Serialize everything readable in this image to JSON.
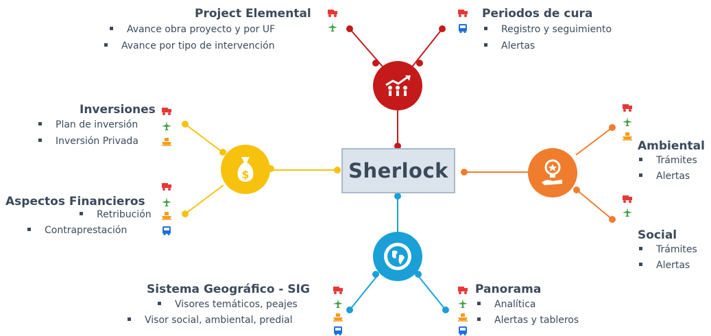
{
  "center": {
    "label": "Sherlock"
  },
  "colors": {
    "red": "#c41a1a",
    "yellow": "#f7c20e",
    "orange": "#ef7d2d",
    "blue": "#1aa0d6",
    "truck": "#e53935",
    "plane": "#43a047",
    "ship": "#f59c1a",
    "bus": "#1e6fd9"
  },
  "nodes": {
    "project": {
      "title": "Project Elemental",
      "items": [
        "Avance obra proyecto y por UF",
        "Avance por tipo de intervención"
      ]
    },
    "periodos": {
      "title": "Periodos de cura",
      "items": [
        "Registro y seguimiento",
        "Alertas"
      ]
    },
    "inversiones": {
      "title": "Inversiones",
      "items": [
        "Plan de inversión",
        "Inversión Privada"
      ]
    },
    "financieros": {
      "title": "Aspectos Financieros",
      "items": [
        "Retribución",
        "Contraprestación"
      ]
    },
    "ambiental": {
      "title": "Ambiental",
      "items": [
        "Trámites",
        "Alertas"
      ]
    },
    "social": {
      "title": "Social",
      "items": [
        "Trámites",
        "Alertas"
      ]
    },
    "sig": {
      "title": "Sistema Geográfico - SIG",
      "items": [
        "Visores temáticos, peajes",
        "Visor social, ambiental, predial"
      ]
    },
    "panorama": {
      "title": "Panorama",
      "items": [
        "Analítica",
        "Alertas y tableros"
      ]
    }
  },
  "icons": [
    "truck-icon",
    "plane-icon",
    "ship-icon",
    "bus-icon",
    "growth-team-icon",
    "money-bag-icon",
    "idea-hand-icon",
    "globe-icon"
  ]
}
